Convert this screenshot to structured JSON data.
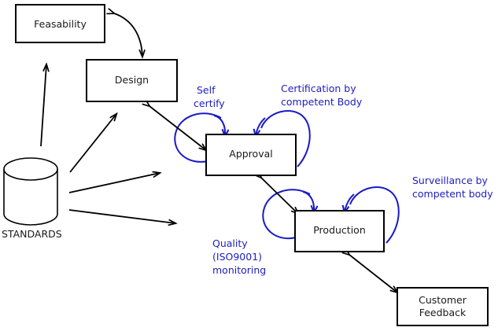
{
  "diagram": {
    "title": "Standards-driven product lifecycle process diagram",
    "colors": {
      "node_stroke": "#000000",
      "node_fill": "#ffffff",
      "flow_arrow": "#000000",
      "loop_arrow": "#1a1ac8",
      "annotation_text": "#2020c0",
      "node_text": "#1a1a1a",
      "background": "#ffffff"
    },
    "nodes": [
      {
        "id": "feasability",
        "label": "Feasability",
        "shape": "rectangle"
      },
      {
        "id": "design",
        "label": "Design",
        "shape": "rectangle"
      },
      {
        "id": "approval",
        "label": "Approval",
        "shape": "rectangle"
      },
      {
        "id": "production",
        "label": "Production",
        "shape": "rectangle"
      },
      {
        "id": "customer-feedback",
        "label_line1": "Customer",
        "label_line2": "Feedback",
        "shape": "rectangle"
      },
      {
        "id": "standards",
        "label": "STANDARDS",
        "shape": "cylinder"
      }
    ],
    "annotations": [
      {
        "id": "self-certify",
        "line1": "Self",
        "line2": "certify"
      },
      {
        "id": "certification-competent-body",
        "line1": "Certification by",
        "line2": "competent Body"
      },
      {
        "id": "quality-monitoring",
        "line1": "Quality",
        "line2": "(ISO9001)",
        "line3": "monitoring"
      },
      {
        "id": "surveillance-competent-body",
        "line1": "Surveillance by",
        "line2": "competent body"
      }
    ],
    "connections": [
      {
        "id": "feasability-design",
        "from": "feasability",
        "to": "design",
        "style": "curved",
        "heads": "both"
      },
      {
        "id": "design-approval",
        "from": "design",
        "to": "approval",
        "style": "straight",
        "heads": "both"
      },
      {
        "id": "approval-production",
        "from": "approval",
        "to": "production",
        "style": "straight",
        "heads": "both"
      },
      {
        "id": "production-customer-feedback",
        "from": "production",
        "to": "customer-feedback",
        "style": "straight",
        "heads": "both"
      },
      {
        "id": "standards-feasability",
        "from": "standards",
        "to": "feasability",
        "style": "straight",
        "heads": "single"
      },
      {
        "id": "standards-design",
        "from": "standards",
        "to": "design",
        "style": "straight",
        "heads": "single"
      },
      {
        "id": "standards-approval",
        "from": "standards",
        "to": "approval",
        "style": "straight",
        "heads": "single"
      },
      {
        "id": "standards-production",
        "from": "standards",
        "to": "production",
        "style": "straight",
        "heads": "single"
      }
    ],
    "loops": [
      {
        "id": "loop-self-certify",
        "target": "approval",
        "side": "left",
        "annotation": "self-certify"
      },
      {
        "id": "loop-certification",
        "target": "approval",
        "side": "right",
        "annotation": "certification-competent-body"
      },
      {
        "id": "loop-quality",
        "target": "production",
        "side": "left",
        "annotation": "quality-monitoring"
      },
      {
        "id": "loop-surveillance",
        "target": "production",
        "side": "right",
        "annotation": "surveillance-competent-body"
      }
    ]
  }
}
